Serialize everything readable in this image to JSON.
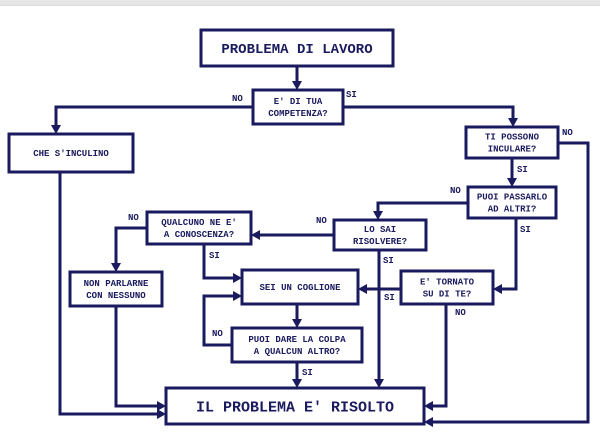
{
  "diagram": {
    "title": "PROBLEMA DI LAVORO",
    "nodes": [
      {
        "id": "start",
        "lines": [
          "PROBLEMA DI LAVORO"
        ],
        "kind": "big"
      },
      {
        "id": "competenza",
        "lines": [
          "E' DI TUA",
          "COMPETENZA?"
        ]
      },
      {
        "id": "sinculino",
        "lines": [
          "CHE S'INCULINO"
        ]
      },
      {
        "id": "inculare",
        "lines": [
          "TI POSSONO",
          "INCULARE?"
        ]
      },
      {
        "id": "passarlo",
        "lines": [
          "PUOI PASSARLO",
          "AD ALTRI?"
        ]
      },
      {
        "id": "risolvere",
        "lines": [
          "LO SAI",
          "RISOLVERE?"
        ]
      },
      {
        "id": "conoscenza",
        "lines": [
          "QUALCUNO NE E'",
          "A CONOSCENZA?"
        ]
      },
      {
        "id": "parlarne",
        "lines": [
          "NON PARLARNE",
          "CON NESSUNO"
        ]
      },
      {
        "id": "coglione",
        "lines": [
          "SEI UN COGLIONE"
        ]
      },
      {
        "id": "tornato",
        "lines": [
          "E' TORNATO",
          "SU DI TE?"
        ]
      },
      {
        "id": "colpa",
        "lines": [
          "PUOI DARE LA COLPA",
          "A QUALCUN ALTRO?"
        ]
      },
      {
        "id": "risolto",
        "lines": [
          "IL PROBLEMA E' RISOLTO"
        ],
        "kind": "big"
      }
    ],
    "edges": [
      {
        "from": "start",
        "to": "competenza",
        "label": ""
      },
      {
        "from": "competenza",
        "to": "sinculino",
        "label": "NO"
      },
      {
        "from": "competenza",
        "to": "inculare",
        "label": "SI"
      },
      {
        "from": "sinculino",
        "to": "risolto",
        "label": ""
      },
      {
        "from": "inculare",
        "to": "passarlo",
        "label": "SI"
      },
      {
        "from": "inculare",
        "to": "risolto",
        "label": "NO"
      },
      {
        "from": "passarlo",
        "to": "risolvere",
        "label": "NO"
      },
      {
        "from": "passarlo",
        "to": "tornato",
        "label": "SI"
      },
      {
        "from": "risolvere",
        "to": "conoscenza",
        "label": "NO"
      },
      {
        "from": "risolvere",
        "to": "risolto",
        "label": "SI"
      },
      {
        "from": "conoscenza",
        "to": "parlarne",
        "label": "NO"
      },
      {
        "from": "conoscenza",
        "to": "coglione",
        "label": "SI"
      },
      {
        "from": "parlarne",
        "to": "risolto",
        "label": ""
      },
      {
        "from": "tornato",
        "to": "coglione",
        "label": "SI"
      },
      {
        "from": "tornato",
        "to": "risolto",
        "label": "NO"
      },
      {
        "from": "coglione",
        "to": "colpa",
        "label": ""
      },
      {
        "from": "colpa",
        "to": "coglione",
        "label": "NO"
      },
      {
        "from": "colpa",
        "to": "risolto",
        "label": "SI"
      }
    ]
  }
}
